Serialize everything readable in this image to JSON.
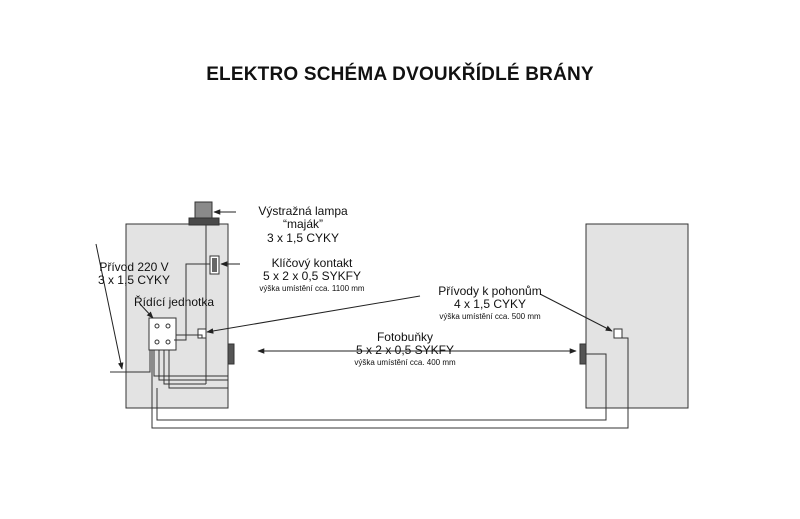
{
  "title": "ELEKTRO SCHÉMA DVOUKŘÍDLÉ BRÁNY",
  "labels": {
    "lamp_line1": "Výstražná lampa “maják”",
    "lamp_line2": "3 x 1,5 CYKY",
    "key_line1": "Klíčový kontakt",
    "key_line2": "5 x 2 x 0,5 SYKFY",
    "key_line3": "výška umístění cca. 1100 mm",
    "supply_line1": "Přívod 220 V",
    "supply_line2": "3 x 1,5 CYKY",
    "control_unit": "Řídící jednotka",
    "motors_line1": "Přívody k pohonům",
    "motors_line2": "4 x 1,5 CYKY",
    "motors_line3": "výška umístění cca. 500 mm",
    "photo_line1": "Fotobuňky",
    "photo_line2": "5 x 2 x 0,5 SYKFY",
    "photo_line3": "výška umístění cca. 400 mm"
  },
  "colors": {
    "pillar_fill": "#e3e3e3",
    "device_fill": "#5a5a5a",
    "line": "#222222"
  }
}
